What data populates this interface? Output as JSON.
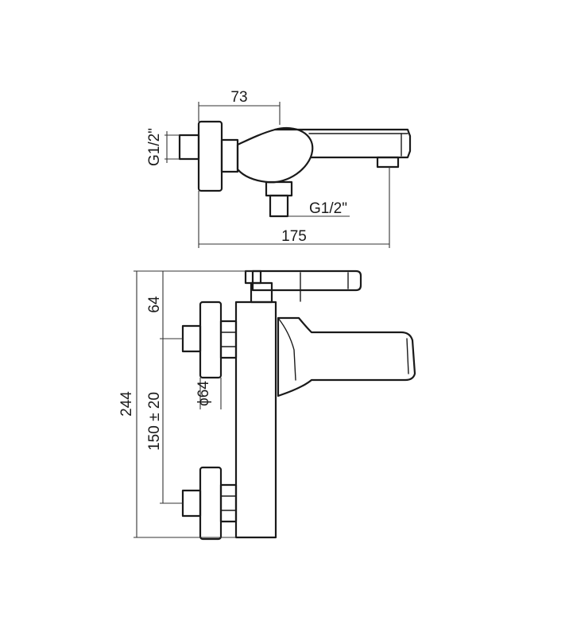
{
  "drawing": {
    "line_color": "#1a1a1a",
    "background": "#ffffff"
  },
  "top_view": {
    "dim_width_upper": "73",
    "dim_total_length": "175",
    "thread_inlet": "G1/2\"",
    "thread_outlet": "G1/2\""
  },
  "front_view": {
    "dim_total_height": "244",
    "dim_top": "64",
    "dim_center_distance": "150 ± 20",
    "dim_diameter": "ϕ64"
  }
}
